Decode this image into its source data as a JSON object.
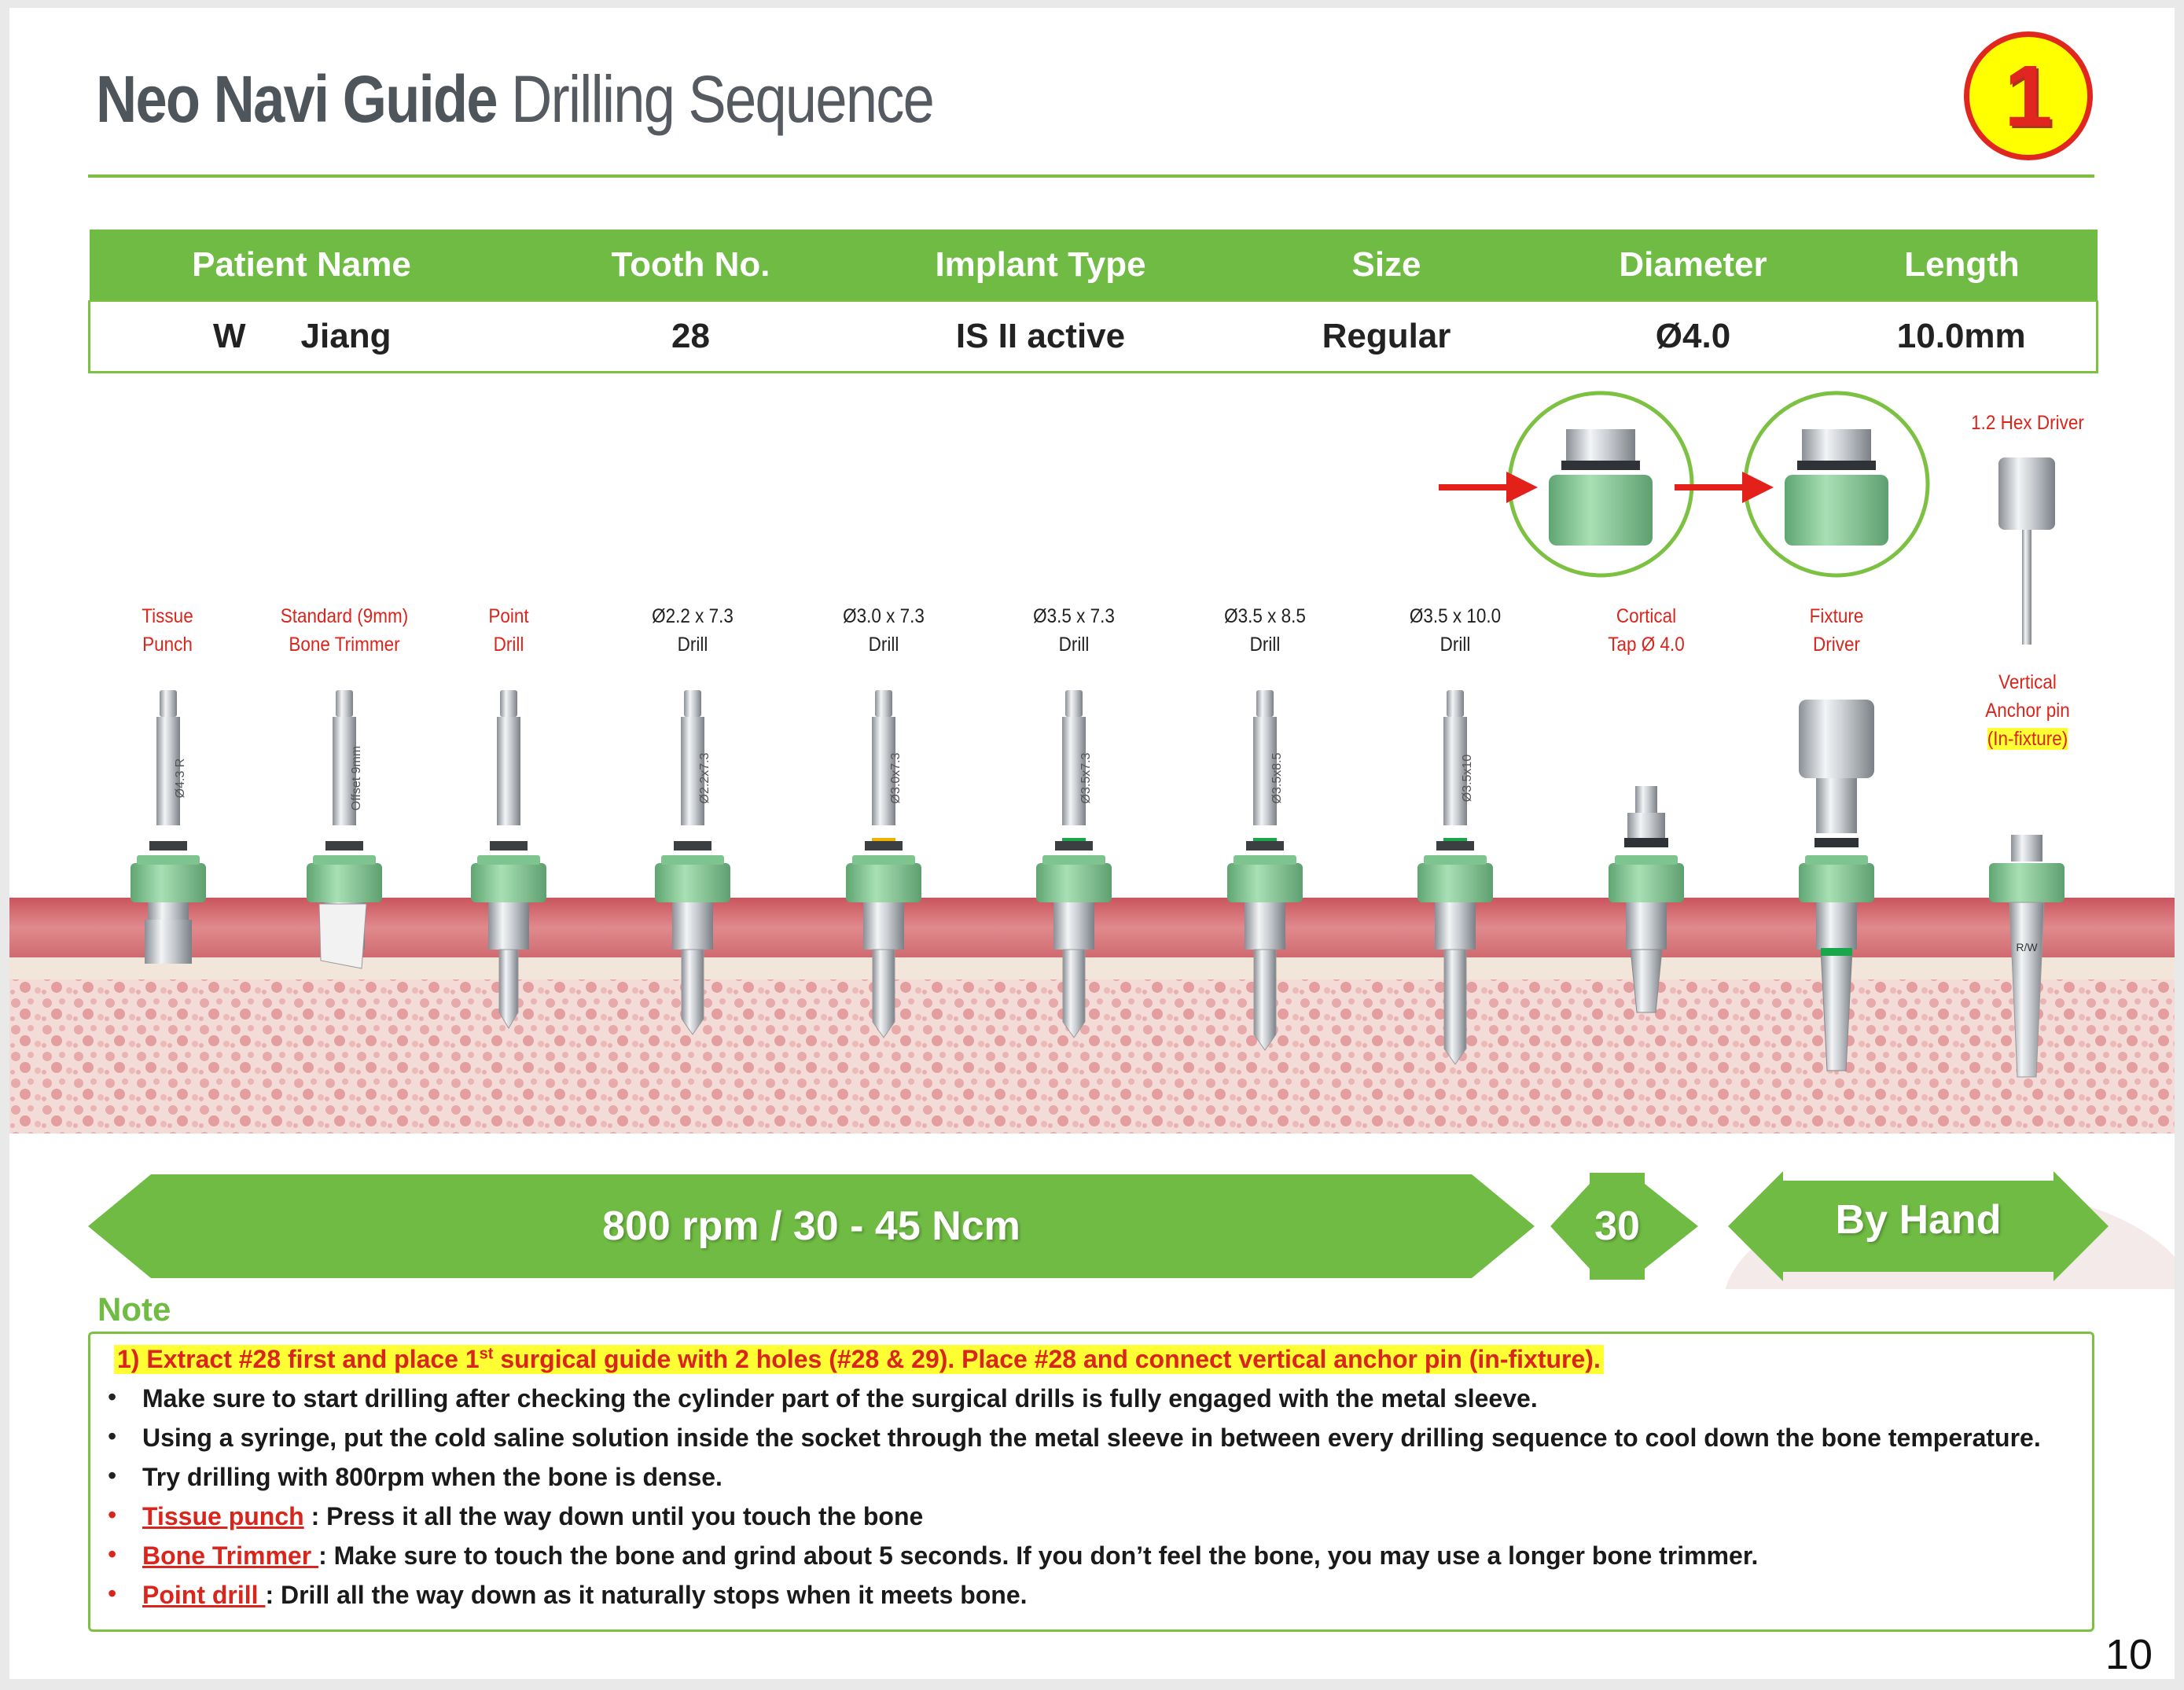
{
  "header": {
    "title_bold": "Neo Navi Guide",
    "title_rest": "Drilling Sequence",
    "step_number": "1"
  },
  "info_table": {
    "headers": [
      "Patient Name",
      "Tooth No.",
      "Implant Type",
      "Size",
      "Diameter",
      "Length"
    ],
    "patient_first": "W",
    "patient_last": "Jiang",
    "tooth_no": "28",
    "implant_type": "IS II active",
    "size": "Regular",
    "diameter": "Ø4.0",
    "length": "10.0mm"
  },
  "tools": [
    {
      "line1": "Tissue",
      "line2": "Punch",
      "shank": "Ø4.3 R"
    },
    {
      "line1": "Standard (9mm)",
      "line2": "Bone Trimmer",
      "shank": "Offset 9mm"
    },
    {
      "line1": "Point",
      "line2": "Drill",
      "shank": ""
    },
    {
      "line1": "Ø2.2 x 7.3",
      "line2": "Drill",
      "shank": "Ø2.2x7.3"
    },
    {
      "line1": "Ø3.0 x 7.3",
      "line2": "Drill",
      "shank": "Ø3.0x7.3"
    },
    {
      "line1": "Ø3.5 x 7.3",
      "line2": "Drill",
      "shank": "Ø3.5x7.3"
    },
    {
      "line1": "Ø3.5 x 8.5",
      "line2": "Drill",
      "shank": "Ø3.5x8.5"
    },
    {
      "line1": "Ø3.5 x 10.0",
      "line2": "Drill",
      "shank": "Ø3.5x10"
    },
    {
      "line1": "Cortical",
      "line2": "Tap Ø 4.0",
      "shank": ""
    },
    {
      "line1": "Fixture",
      "line2": "Driver",
      "shank": ""
    }
  ],
  "hex_driver_label": "1.2 Hex Driver",
  "anchor_pin": {
    "line1": "Vertical",
    "line2": "Anchor pin",
    "line3": "(In-fixture)",
    "body_mark": "R/W"
  },
  "speed_bands": {
    "drilling": "800 rpm / 30 - 45 Ncm",
    "tap": "30",
    "hand": "By Hand"
  },
  "notes": {
    "title": "Note",
    "first_a": "1) Extract #28 first and place 1",
    "first_sup": "st",
    "first_b": " surgical guide with 2 holes (#28 & 29). Place #28 and connect vertical anchor pin (in-fixture).",
    "l2": "Make sure to start drilling after checking the cylinder part of the surgical drills is fully engaged with the metal sleeve.",
    "l3": "Using a syringe, put the cold saline solution inside the socket through the metal sleeve in between every drilling sequence to cool down the bone temperature.",
    "l4": "Try drilling with 800rpm when the bone is dense.",
    "l5_link": "Tissue punch",
    "l5_text": " : Press it all the way down until you touch the bone",
    "l6_link": "Bone Trimmer ",
    "l6_text": ": Make sure to touch the bone and grind about 5 seconds. If you don’t feel the bone, you may use a longer bone trimmer.",
    "l7_link": "Point drill ",
    "l7_text": ": Drill all the way down as it naturally stops when it meets bone.",
    "bullet": "•"
  },
  "page_number": "10",
  "colors": {
    "accent_green": "#6fbb43",
    "sleeve_green": "#8fd19e",
    "gum": "#d9767a",
    "warning_red": "#d9251c",
    "highlight": "#ffff33"
  }
}
